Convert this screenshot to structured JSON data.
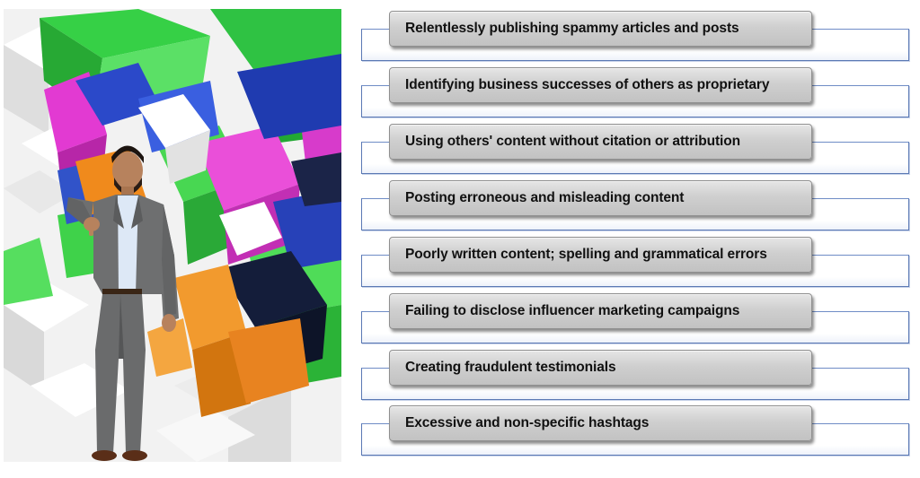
{
  "items": [
    {
      "label": "Relentlessly publishing spammy articles and posts"
    },
    {
      "label": "Identifying business successes of others as proprietary"
    },
    {
      "label": "Using others' content without citation or attribution"
    },
    {
      "label": "Posting erroneous and misleading content"
    },
    {
      "label": "Poorly written content; spelling and grammatical errors"
    },
    {
      "label": "Failing to disclose influencer marketing campaigns"
    },
    {
      "label": "Creating fraudulent testimonials"
    },
    {
      "label": "Excessive and non-specific hashtags"
    }
  ],
  "colors": {
    "frame_border": "#5a78b4",
    "pill_fill": "#cfcfcf",
    "cube_green": "#3fd24a",
    "cube_magenta": "#e23ad2",
    "cube_blue": "#2b49c9",
    "cube_orange": "#f08a1c",
    "cube_navy": "#141d3a"
  },
  "illustration": {
    "subject": "man-giving-thumbs-down",
    "background": "colorful-3d-cubes"
  }
}
